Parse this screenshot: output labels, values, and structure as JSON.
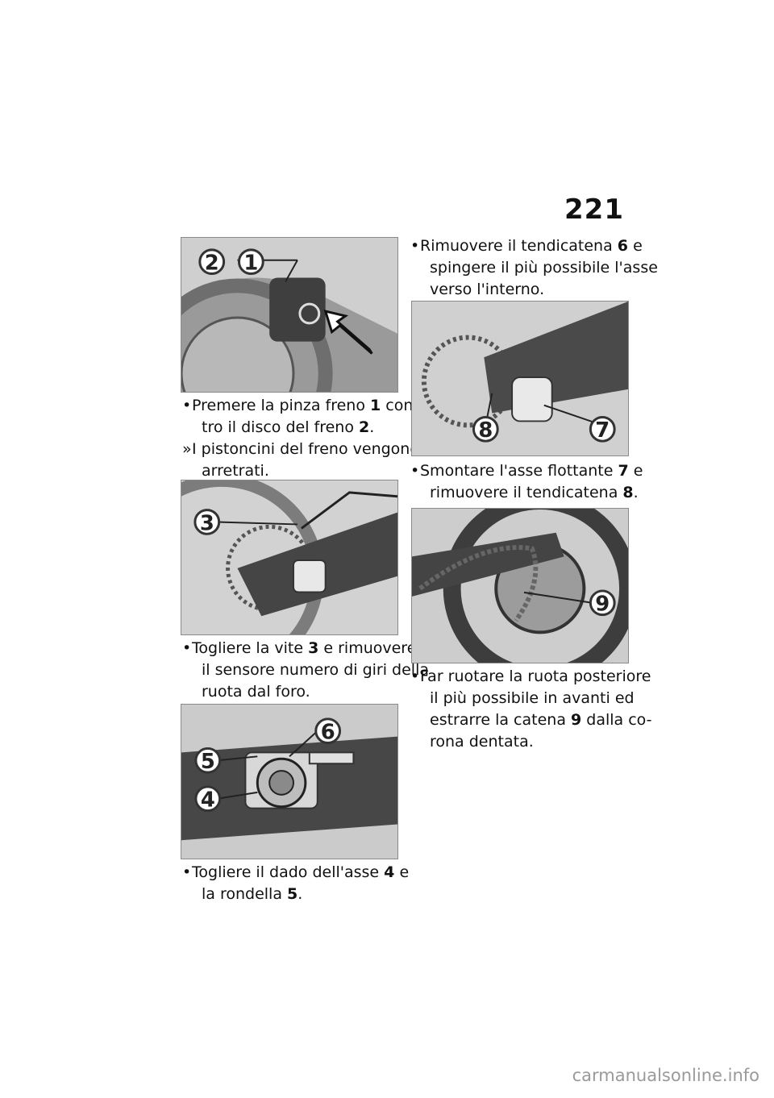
{
  "page_number": "221",
  "footer": "carmanualsonline.info",
  "figures": {
    "fig1": {
      "callouts": [
        "2",
        "1"
      ]
    },
    "fig2": {
      "callouts": [
        "3"
      ]
    },
    "fig3": {
      "callouts": [
        "6",
        "5",
        "4"
      ]
    },
    "fig4": {
      "callouts": [
        "8",
        "7"
      ]
    },
    "fig5": {
      "callouts": [
        "9"
      ]
    }
  },
  "steps": {
    "s1": {
      "bullet": "•",
      "l1a": "Premere la pinza freno ",
      "l1b": "1",
      "l1c": " con-",
      "l2a": "tro il disco del freno ",
      "l2b": "2",
      "l2c": "."
    },
    "s1r": {
      "bullet": "»",
      "l1": "I pistoncini del freno vengono",
      "l2": "arretrati."
    },
    "s2": {
      "bullet": "•",
      "l1a": "Togliere la vite ",
      "l1b": "3",
      "l1c": " e rimuovere",
      "l2": "il sensore numero di giri della",
      "l3": "ruota dal foro."
    },
    "s3": {
      "bullet": "•",
      "l1a": "Togliere il dado dell'asse ",
      "l1b": "4",
      "l1c": " e",
      "l2a": "la rondella ",
      "l2b": "5",
      "l2c": "."
    },
    "s4": {
      "bullet": "•",
      "l1a": "Rimuovere il tendicatena ",
      "l1b": "6",
      "l1c": " e",
      "l2": "spingere il più possibile l'asse",
      "l3": "verso l'interno."
    },
    "s5": {
      "bullet": "•",
      "l1a": "Smontare l'asse flottante ",
      "l1b": "7",
      "l1c": " e",
      "l2a": "rimuovere il tendicatena ",
      "l2b": "8",
      "l2c": "."
    },
    "s6": {
      "bullet": "•",
      "l1": "Far ruotare la ruota posteriore",
      "l2": "il più possibile in avanti ed",
      "l3a": "estrarre la catena ",
      "l3b": "9",
      "l3c": " dalla co-",
      "l4": "rona dentata."
    }
  }
}
